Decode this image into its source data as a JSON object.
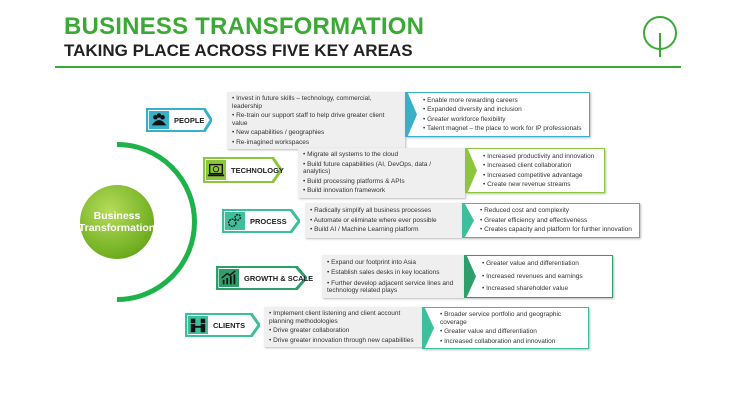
{
  "header": {
    "title": "BUSINESS TRANSFORMATION",
    "subtitle": "TAKING PLACE ACROSS FIVE KEY AREAS"
  },
  "center": {
    "line1": "Business",
    "line2": "Transformation"
  },
  "colors": {
    "title": "#3aaa35",
    "people": "#3ab0c8",
    "technology": "#8cc63f",
    "process": "#3cbf9a",
    "growth": "#2e9e6a",
    "clients": "#3cbf9a"
  },
  "areas": [
    {
      "label": "PEOPLE",
      "icon": "people-icon",
      "actions": [
        "Invest in future skills – technology, commercial, leadership",
        "Re-train our support staff to help drive greater client value",
        "New capabilities / geographies",
        "Re-imagined workspaces"
      ],
      "outcomes": [
        "Enable more rewarding careers",
        "Expanded diversity and inclusion",
        "Greater workforce flexibility",
        "Talent magnet – the place to work for IP professionals"
      ]
    },
    {
      "label": "TECHNOLOGY",
      "icon": "laptop-icon",
      "actions": [
        "Migrate all systems to the cloud",
        "Build future capabilities (AI, DevOps, data / analytics)",
        "Build processing platforms & APIs",
        "Build innovation framework"
      ],
      "outcomes": [
        "Increased productivity and innovation",
        "Increased client collaboration",
        "Increased competitive advantage",
        "Create new revenue streams"
      ]
    },
    {
      "label": "PROCESS",
      "icon": "gears-icon",
      "actions": [
        "Radically simplify all business processes",
        "Automate or eliminate where ever possible",
        "Build AI / Machine Learning platform"
      ],
      "outcomes": [
        "Reduced cost and complexity",
        "Greater efficiency and effectiveness",
        "Creates capacity and platform for further innovation"
      ]
    },
    {
      "label": "GROWTH & SCALE",
      "icon": "growth-chart-icon",
      "actions": [
        "Expand our footprint into Asia",
        "Establish sales desks in key locations",
        "Further develop adjacent service lines and technology related plays"
      ],
      "outcomes": [
        "Greater value and differentiation",
        "Increased revenues and earnings",
        "Increased shareholder value"
      ]
    },
    {
      "label": "CLIENTS",
      "icon": "handshake-people-icon",
      "actions": [
        "Implement client listening and client account planning methodologies",
        "Drive greater collaboration",
        "Drive greater innovation through new capabilities"
      ],
      "outcomes": [
        "Broader service portfolio and geographic coverage",
        "Greater value and differentiation",
        "Increased collaboration and innovation"
      ]
    }
  ]
}
